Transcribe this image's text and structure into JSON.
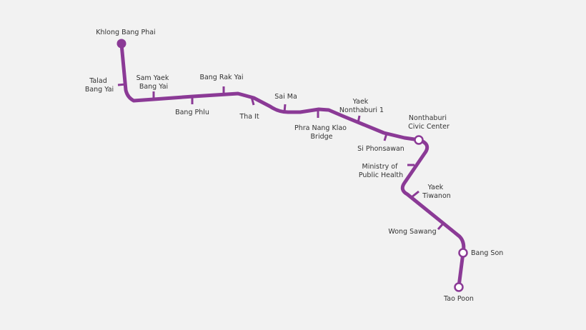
{
  "line": {
    "color": "#8b3a96",
    "background": "#f2f2f2"
  },
  "stations": [
    {
      "id": "khlong-bang-phai",
      "lines": [
        "Khlong Bang Phai"
      ],
      "type": "terminus"
    },
    {
      "id": "talad-bang-yai",
      "lines": [
        "Talad",
        "Bang Yai"
      ],
      "type": "stop"
    },
    {
      "id": "sam-yaek-bang-yai",
      "lines": [
        "Sam Yaek",
        "Bang Yai"
      ],
      "type": "stop"
    },
    {
      "id": "bang-phlu",
      "lines": [
        "Bang Phlu"
      ],
      "type": "stop"
    },
    {
      "id": "bang-rak-yai",
      "lines": [
        "Bang Rak Yai"
      ],
      "type": "stop"
    },
    {
      "id": "tha-it",
      "lines": [
        "Tha It"
      ],
      "type": "stop"
    },
    {
      "id": "sai-ma",
      "lines": [
        "Sai Ma"
      ],
      "type": "stop"
    },
    {
      "id": "phra-nang-klao-bridge",
      "lines": [
        "Phra Nang Klao",
        "Bridge"
      ],
      "type": "stop"
    },
    {
      "id": "yaek-nonthaburi-1",
      "lines": [
        "Yaek",
        "Nonthaburi 1"
      ],
      "type": "stop"
    },
    {
      "id": "si-phonsawan",
      "lines": [
        "Si Phonsawan"
      ],
      "type": "stop"
    },
    {
      "id": "nonthaburi-civic-center",
      "lines": [
        "Nonthaburi",
        "Civic Center"
      ],
      "type": "interchange"
    },
    {
      "id": "ministry-of-public-health",
      "lines": [
        "Ministry of",
        "Public Health"
      ],
      "type": "stop"
    },
    {
      "id": "yaek-tiwanon",
      "lines": [
        "Yaek",
        "Tiwanon"
      ],
      "type": "stop"
    },
    {
      "id": "wong-sawang",
      "lines": [
        "Wong Sawang"
      ],
      "type": "stop"
    },
    {
      "id": "bang-son",
      "lines": [
        "Bang Son"
      ],
      "type": "interchange"
    },
    {
      "id": "tao-poon",
      "lines": [
        "Tao Poon"
      ],
      "type": "interchange"
    }
  ]
}
